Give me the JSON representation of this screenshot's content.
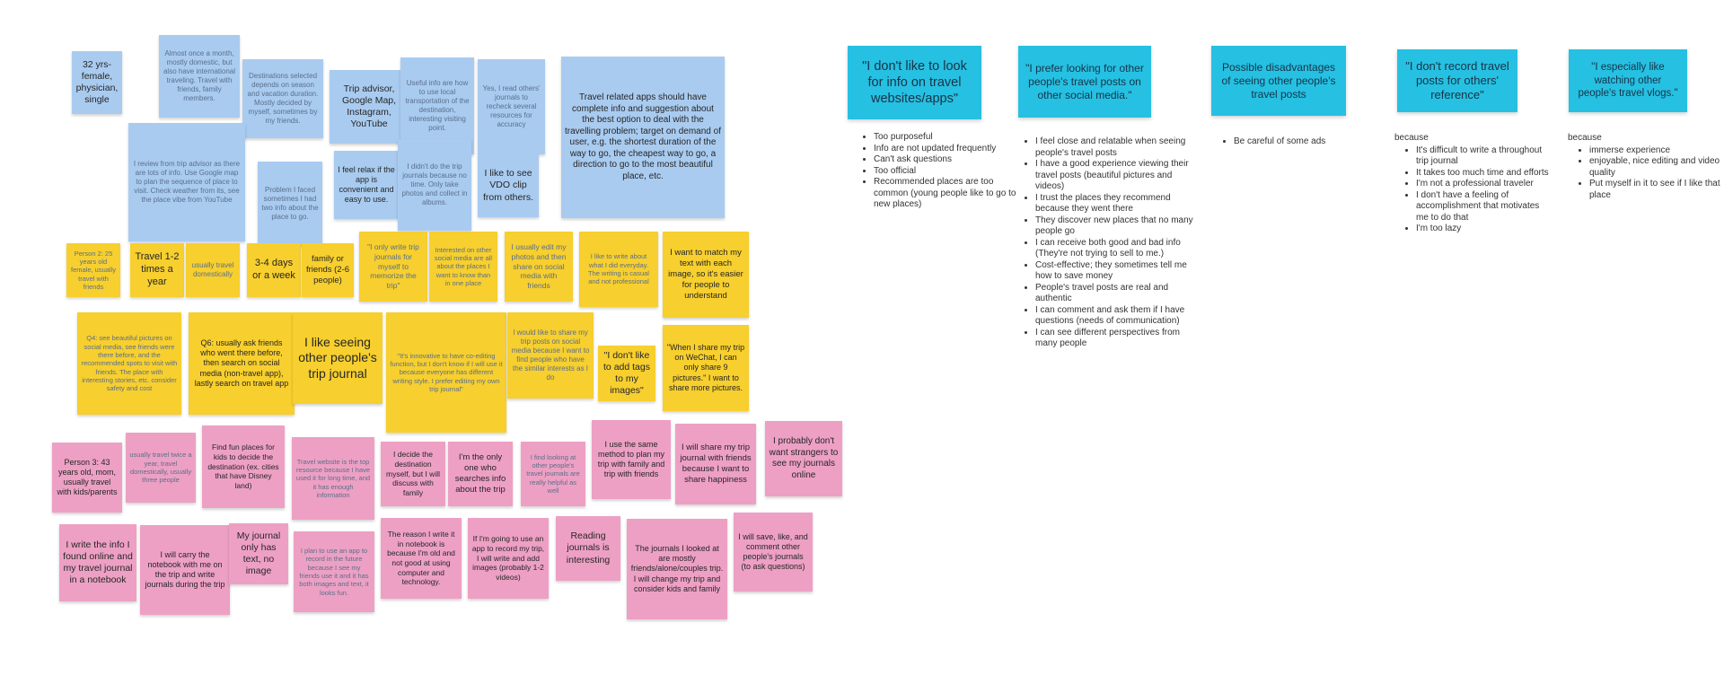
{
  "affinity": {
    "blue": [
      "32 yrs-female, physician, single",
      "Almost once a month, mostly domestic, but also have international traveling. Travel with friends, family members.",
      "Destinations selected depends on season and vacation duration. Mostly decided by myself, sometimes by my friends.",
      "Trip advisor, Google Map, Instagram, YouTube",
      "Useful info are how to use local transportation of the destination, interesting visiting point.",
      "Yes, I read others' journals to recheck several resources for accuracy",
      "Travel related apps should have complete info and suggestion about the best option to deal with the travelling problem; target on demand of user, e.g. the shortest duration of the way to go, the cheapest way to go, a direction to go to the most beautiful place, etc.",
      "I review from trip advisor as there are lots of info. Use Google map to plan the sequence of place to visit. Check weather from its, see the place vibe from YouTube",
      "Problem I faced sometimes I had two info about the place to go.",
      "I feel relax if the app is convenient and easy to use.",
      "I didn't do the trip journals because no time. Only take photos and collect in albums.",
      "I like to see VDO clip from others."
    ],
    "yellow": [
      "Person 2: 25 years old female, usually travel with friends",
      "Travel 1-2 times a year",
      "usually travel domestically",
      "3-4 days or a week",
      "family or friends (2-6 people)",
      "\"I only write trip journals for myself to memorize the trip\"",
      "Interested on other social media are all about the places I want to know than in one place",
      "I usually edit my photos and then share on social media with friends",
      "I like to write about what I did everyday. The writing is casual and not professional",
      "I want to match my text with each image, so it's easier for people to understand",
      "Q4: see beautiful pictures on social media, see friends were there before, and the recommended spots to visit with friends. The place with interesting stories, etc. consider safety and cost",
      "Q6: usually ask friends who went there before, then search on social media (non-travel app), lastly search on travel app",
      "I like seeing other people's trip journal",
      "\"It's innovative to have co-editing function, but I don't know if I will use it because everyone has different writing style. I prefer editing my own trip journal\"",
      "I would like to share my trip posts on social media because I want to find people who have the similar interests as I do",
      "\"I don't like to add tags to my images\"",
      "\"When I share my trip on WeChat, I can only share 9 pictures.\" I want to share more pictures."
    ],
    "pink": [
      "Person 3: 43 years old, mom, usually travel with kids/parents",
      "usually travel twice a year, travel domestically, usually three people",
      "Find fun places for kids to decide the destination (ex. cities that have Disney land)",
      "Travel website is the top resource because I have used it for long time, and it has enough information",
      "I decide the destination myself, but I will discuss with family",
      "I'm the only one who searches info about the trip",
      "I find looking at other people's travel journals are really helpful as well",
      "I use the same method to plan my trip with family and trip with friends",
      "I will share my trip journal with friends because I want to share happiness",
      "I probably don't want strangers to see my journals online",
      "I write the info I found online and my travel journal in a notebook",
      "I will carry the notebook with me on the trip and write journals during the trip",
      "My journal only has text, no image",
      "I plan to use an app to record in the future because I see my friends use it and it has both images and text, it looks fun.",
      "The reason I write it in notebook is because I'm old and not good at using computer and technology.",
      "If I'm going to use an app to record my trip, I will write and add images (probably 1-2 videos)",
      "Reading journals is interesting",
      "The journals I looked at are mostly friends/alone/couples trip. I will change my trip and consider kids and family",
      "I will save, like, and comment other people's journals (to ask questions)"
    ]
  },
  "themes": [
    {
      "title": "\"I don't like to look for info on travel websites/apps\"",
      "pre": "",
      "items": [
        "Too purposeful",
        "Info are not updated frequently",
        "Can't ask questions",
        "Too official",
        "Recommended places are too common (young people like to go to new places)"
      ]
    },
    {
      "title": "\"I prefer looking for other people's travel posts on other social media.\"",
      "pre": "",
      "items": [
        "I feel close and relatable when seeing people's travel posts",
        "I have a good experience viewing their travel posts (beautiful pictures and videos)",
        "I trust the places they recommend because they went there",
        "They discover new places that no many people go",
        "I can receive both good and bad info (They're not trying to sell to me.)",
        "Cost-effective; they sometimes tell me how to save money",
        "People's travel posts are real and authentic",
        "I can comment and ask them if I have questions (needs of communication)",
        "I can see different perspectives from many people"
      ]
    },
    {
      "title": "Possible disadvantages of seeing other people's travel posts",
      "pre": "",
      "items": [
        "Be careful of some ads"
      ]
    },
    {
      "title": "\"I don't record travel posts for others' reference\"",
      "pre": "because",
      "items": [
        "It's difficult to write a throughout trip journal",
        "It takes too much time and efforts",
        "I'm not a professional traveler",
        "I don't have a feeling of accomplishment that motivates me to do that",
        "I'm too lazy"
      ]
    },
    {
      "title": "\"I especially like watching other people's travel vlogs.\"",
      "pre": "because",
      "items": [
        "immerse experience",
        "enjoyable, nice editing and video quality",
        "Put myself in it to see if I like that place"
      ]
    }
  ],
  "colors": {
    "blue_note": "#a9cbf0",
    "yellow_note": "#f7cf2e",
    "pink_note": "#eda0c4",
    "theme_card": "#26c0e2"
  }
}
